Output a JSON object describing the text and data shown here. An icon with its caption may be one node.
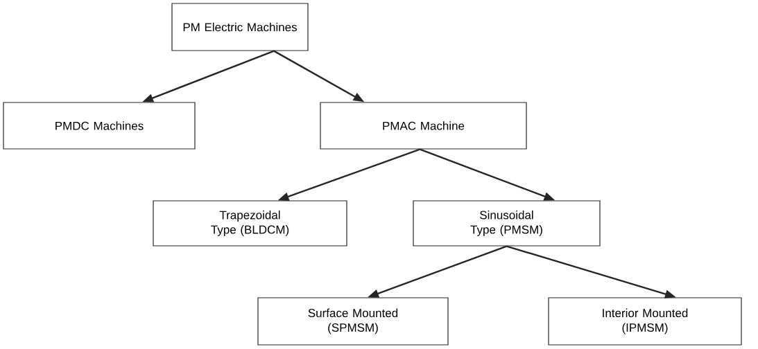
{
  "diagram": {
    "nodes": [
      {
        "text": [
          "PM Electric Machines"
        ]
      },
      {
        "text": [
          "PMDC Machines"
        ]
      },
      {
        "text": [
          "PMAC Machine"
        ]
      },
      {
        "text": [
          "Trapezoidal Type (BLDCM)"
        ]
      },
      {
        "text": [
          "Sinusoidal Type (PMSM)"
        ]
      },
      {
        "text": [
          "Surface Mounted (SPMSM)"
        ]
      },
      {
        "text": [
          "Interior Mounted (IPMSM)"
        ]
      }
    ],
    "edges": [
      {
        "from": 0,
        "to": 1,
        "arrow": "to"
      },
      {
        "from": 0,
        "to": 2,
        "arrow": "to"
      },
      {
        "from": 2,
        "to": 3,
        "arrow": "to"
      },
      {
        "from": 2,
        "to": 4,
        "arrow": "to"
      },
      {
        "from": 4,
        "to": 5,
        "arrow": "to"
      },
      {
        "from": 4,
        "to": 6,
        "arrow": "to"
      }
    ]
  }
}
